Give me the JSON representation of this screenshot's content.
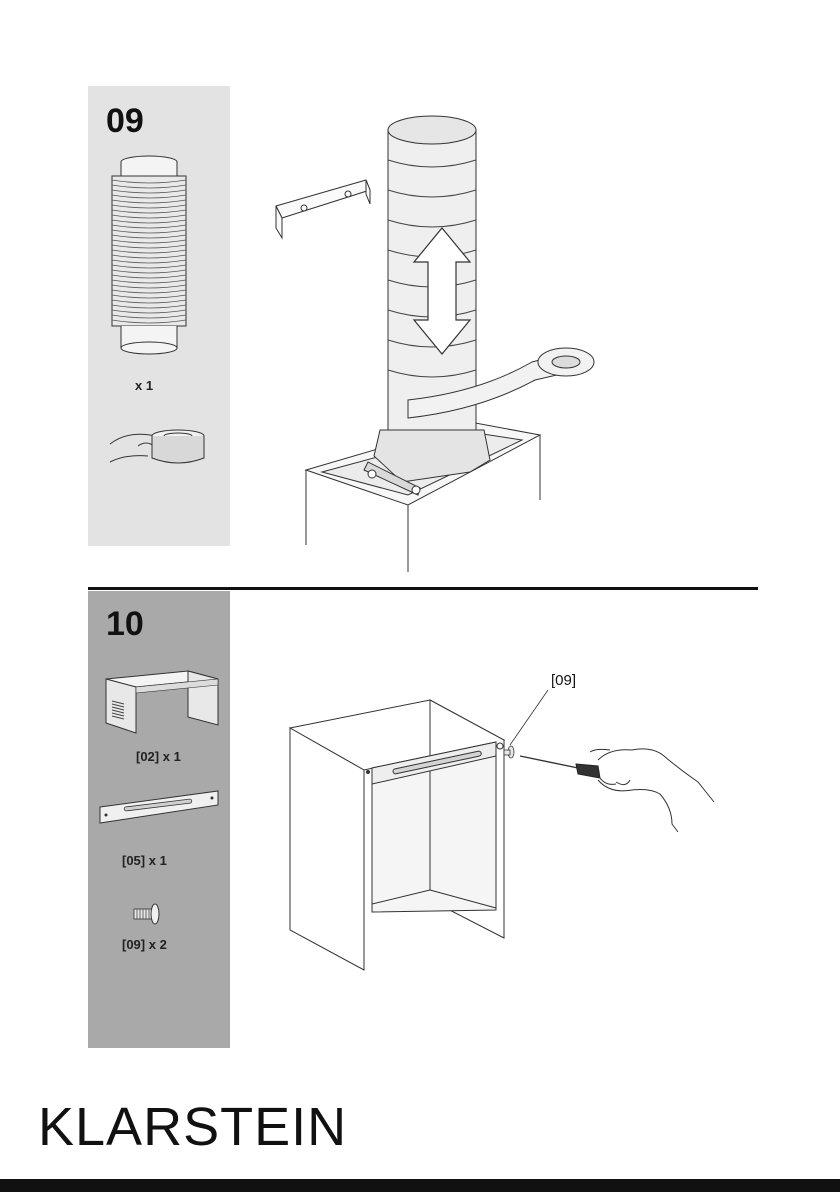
{
  "steps": [
    {
      "number": "09",
      "parts": [
        {
          "icon": "flexible-duct-icon",
          "label": "x 1"
        },
        {
          "icon": "aluminium-tape-icon",
          "label": ""
        }
      ]
    },
    {
      "number": "10",
      "parts": [
        {
          "icon": "chimney-cover-icon",
          "label": "[02] x 1"
        },
        {
          "icon": "bracket-plate-icon",
          "label": "[05] x 1"
        },
        {
          "icon": "screw-icon",
          "label": "[09] x 2"
        }
      ],
      "callout": "[09]"
    }
  ],
  "brand": "KLARSTEIN"
}
